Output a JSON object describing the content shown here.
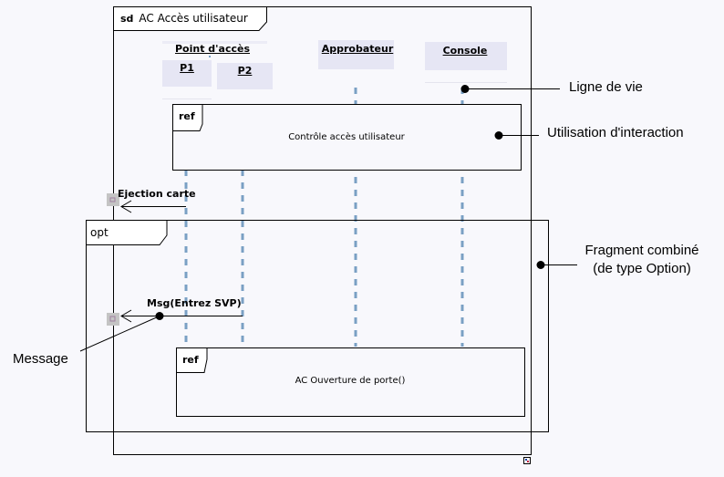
{
  "diagram": {
    "frame": {
      "keyword": "sd",
      "title": "AC Accès utilisateur"
    },
    "lifelines": {
      "group": "Point d'accès",
      "p1": "P1",
      "p2": "P2",
      "approbateur": "Approbateur",
      "console": "Console"
    },
    "refs": [
      {
        "keyword": "ref",
        "text": "Contrôle accès utilisateur"
      },
      {
        "keyword": "ref",
        "text": "AC Ouverture de porte()"
      }
    ],
    "messages": [
      {
        "label": "Ejection carte"
      },
      {
        "label": "Msg(Entrez SVP)"
      }
    ],
    "fragment": {
      "operator": "opt"
    },
    "callouts": {
      "lifeline": "Ligne de vie",
      "interaction_use": "Utilisation d'interaction",
      "combined_fragment_line1": "Fragment combiné",
      "combined_fragment_line2": "(de type Option)",
      "message": "Message"
    },
    "colors": {
      "lifeline": "#7aa0c4",
      "header_bg": "#e6e6f4",
      "gate": "#c4c4c4"
    }
  }
}
